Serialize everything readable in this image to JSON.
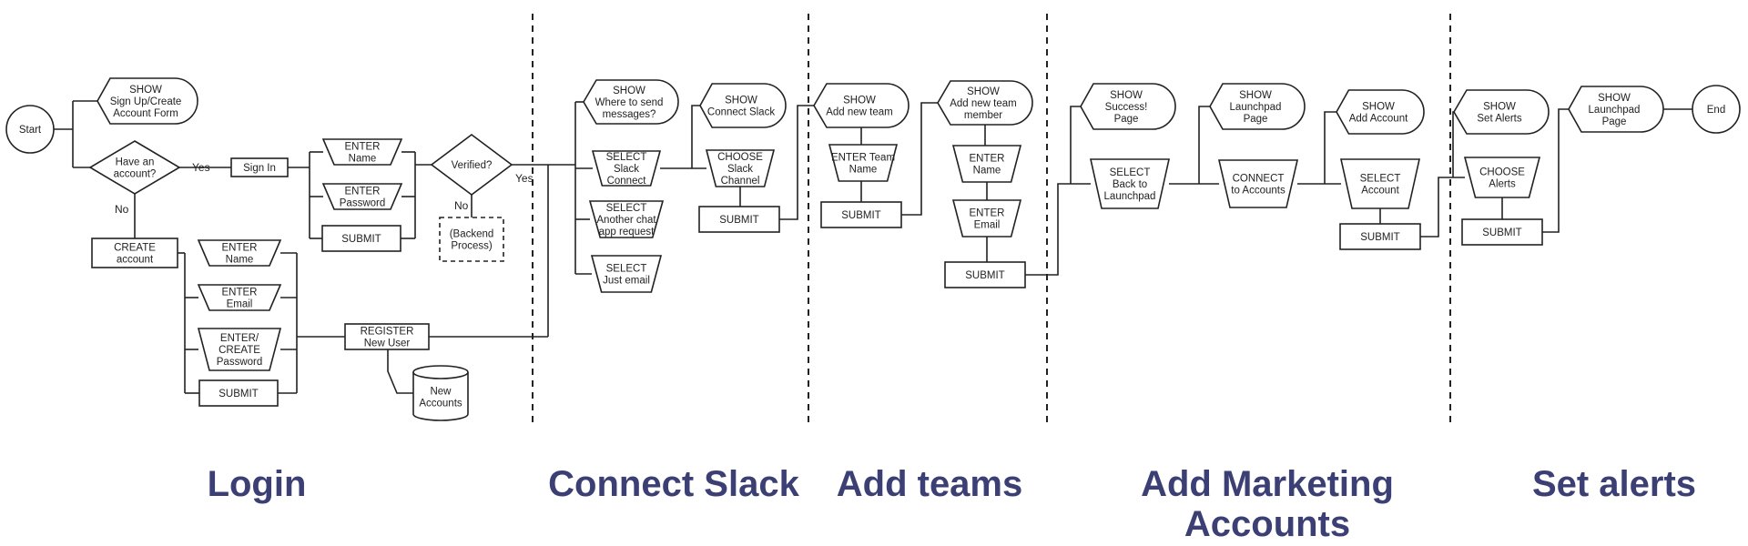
{
  "sections": [
    {
      "title_lines": [
        "Login"
      ]
    },
    {
      "title_lines": [
        "Connect Slack"
      ]
    },
    {
      "title_lines": [
        "Add teams"
      ]
    },
    {
      "title_lines": [
        "Add Marketing",
        "Accounts"
      ]
    },
    {
      "title_lines": [
        "Set alerts"
      ]
    }
  ],
  "nodes": [
    {
      "id": "start",
      "shape": "terminal",
      "lines": [
        "Start"
      ]
    },
    {
      "id": "show-signup",
      "shape": "display",
      "lines": [
        "SHOW",
        "Sign Up/Create",
        "Account Form"
      ]
    },
    {
      "id": "have-account",
      "shape": "decision",
      "lines": [
        "Have an",
        "account?"
      ]
    },
    {
      "id": "sign-in",
      "shape": "process",
      "lines": [
        "Sign In"
      ]
    },
    {
      "id": "login-enter-name",
      "shape": "manual",
      "lines": [
        "ENTER",
        "Name"
      ]
    },
    {
      "id": "login-enter-password",
      "shape": "manual",
      "lines": [
        "ENTER",
        "Password"
      ]
    },
    {
      "id": "login-submit",
      "shape": "process",
      "lines": [
        "SUBMIT"
      ]
    },
    {
      "id": "verified",
      "shape": "decision",
      "lines": [
        "Verified?"
      ]
    },
    {
      "id": "backend-process",
      "shape": "dashed",
      "lines": [
        "(Backend",
        "Process)"
      ]
    },
    {
      "id": "create-account",
      "shape": "process",
      "lines": [
        "CREATE",
        "account"
      ]
    },
    {
      "id": "create-enter-name",
      "shape": "manual",
      "lines": [
        "ENTER",
        "Name"
      ]
    },
    {
      "id": "create-enter-email",
      "shape": "manual",
      "lines": [
        "ENTER",
        "Email"
      ]
    },
    {
      "id": "create-enter-password",
      "shape": "manual",
      "lines": [
        "ENTER/",
        "CREATE",
        "Password"
      ]
    },
    {
      "id": "create-submit",
      "shape": "process",
      "lines": [
        "SUBMIT"
      ]
    },
    {
      "id": "register-user",
      "shape": "process",
      "lines": [
        "REGISTER",
        "New User"
      ]
    },
    {
      "id": "new-accounts",
      "shape": "database",
      "lines": [
        "New",
        "Accounts"
      ]
    },
    {
      "id": "show-where-send",
      "shape": "display",
      "lines": [
        "SHOW",
        "Where to send",
        "messages?"
      ]
    },
    {
      "id": "select-slack-connect",
      "shape": "manual",
      "lines": [
        "SELECT",
        "Slack",
        "Connect"
      ]
    },
    {
      "id": "select-another-chat",
      "shape": "manual",
      "lines": [
        "SELECT",
        "Another chat",
        "app request"
      ]
    },
    {
      "id": "select-just-email",
      "shape": "manual",
      "lines": [
        "SELECT",
        "Just email"
      ]
    },
    {
      "id": "show-connect-slack",
      "shape": "display",
      "lines": [
        "SHOW",
        "Connect Slack"
      ]
    },
    {
      "id": "choose-slack-channel",
      "shape": "manual",
      "lines": [
        "CHOOSE",
        "Slack",
        "Channel"
      ]
    },
    {
      "id": "slack-submit",
      "shape": "process",
      "lines": [
        "SUBMIT"
      ]
    },
    {
      "id": "show-add-team",
      "shape": "display",
      "lines": [
        "SHOW",
        "Add new team"
      ]
    },
    {
      "id": "enter-team-name",
      "shape": "manual",
      "lines": [
        "ENTER Team",
        "Name"
      ]
    },
    {
      "id": "team-submit",
      "shape": "process",
      "lines": [
        "SUBMIT"
      ]
    },
    {
      "id": "show-add-member",
      "shape": "display",
      "lines": [
        "SHOW",
        "Add new team",
        "member"
      ]
    },
    {
      "id": "member-enter-name",
      "shape": "manual",
      "lines": [
        "ENTER",
        "Name"
      ]
    },
    {
      "id": "member-enter-email",
      "shape": "manual",
      "lines": [
        "ENTER",
        "Email"
      ]
    },
    {
      "id": "member-submit",
      "shape": "process",
      "lines": [
        "SUBMIT"
      ]
    },
    {
      "id": "show-success",
      "shape": "display",
      "lines": [
        "SHOW",
        "Success!",
        "Page"
      ]
    },
    {
      "id": "select-back-launchpad",
      "shape": "manual",
      "lines": [
        "SELECT",
        "Back to",
        "Launchpad"
      ]
    },
    {
      "id": "show-launchpad-1",
      "shape": "display",
      "lines": [
        "SHOW",
        "Launchpad",
        "Page"
      ]
    },
    {
      "id": "connect-accounts",
      "shape": "manual",
      "lines": [
        "CONNECT",
        "to Accounts"
      ]
    },
    {
      "id": "show-add-account",
      "shape": "display",
      "lines": [
        "SHOW",
        "Add Account"
      ]
    },
    {
      "id": "select-account",
      "shape": "manual",
      "lines": [
        "SELECT",
        "Account"
      ]
    },
    {
      "id": "account-submit",
      "shape": "process",
      "lines": [
        "SUBMIT"
      ]
    },
    {
      "id": "show-set-alerts",
      "shape": "display",
      "lines": [
        "SHOW",
        "Set Alerts"
      ]
    },
    {
      "id": "choose-alerts",
      "shape": "manual",
      "lines": [
        "CHOOSE",
        "Alerts"
      ]
    },
    {
      "id": "alerts-submit",
      "shape": "process",
      "lines": [
        "SUBMIT"
      ]
    },
    {
      "id": "show-launchpad-2",
      "shape": "display",
      "lines": [
        "SHOW",
        "Launchpad",
        "Page"
      ]
    },
    {
      "id": "end",
      "shape": "terminal",
      "lines": [
        "End"
      ]
    }
  ],
  "edge_labels": [
    {
      "id": "have-account-yes",
      "text": "Yes"
    },
    {
      "id": "have-account-no",
      "text": "No"
    },
    {
      "id": "verified-yes",
      "text": "Yes"
    },
    {
      "id": "verified-no",
      "text": "No"
    }
  ]
}
